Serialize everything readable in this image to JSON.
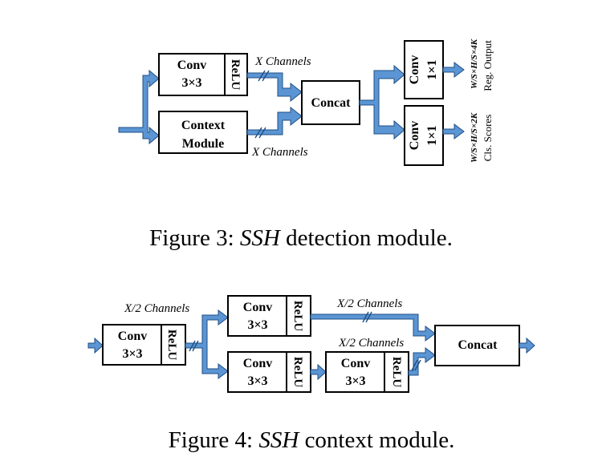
{
  "fig3": {
    "conv_a": "Conv",
    "conv_b": "3×3",
    "relu": "ReLU",
    "context_a": "Context",
    "context_b": "Module",
    "channels_top": "X Channels",
    "channels_bottom": "X Channels",
    "concat": "Concat",
    "head_conv": "Conv",
    "head_kernel": "1×1",
    "reg_shape": "W/S×H/S×4K",
    "reg_label": "Reg. Output",
    "cls_shape": "W/S×H/S×2K",
    "cls_label": "Cls. Scores",
    "caption_prefix": "Figure 3: ",
    "caption_italic": "SSH",
    "caption_rest": " detection module."
  },
  "fig4": {
    "channels_left": "X/2 Channels",
    "channels_top": "X/2 Channels",
    "channels_mid": "X/2 Channels",
    "conv_a": "Conv",
    "conv_b": "3×3",
    "relu": "ReLU",
    "concat": "Concat",
    "caption_prefix": "Figure 4: ",
    "caption_italic": "SSH",
    "caption_rest": " context module."
  },
  "colors": {
    "arrow_fill": "#5b95d3",
    "arrow_stroke": "#1f4f86"
  }
}
